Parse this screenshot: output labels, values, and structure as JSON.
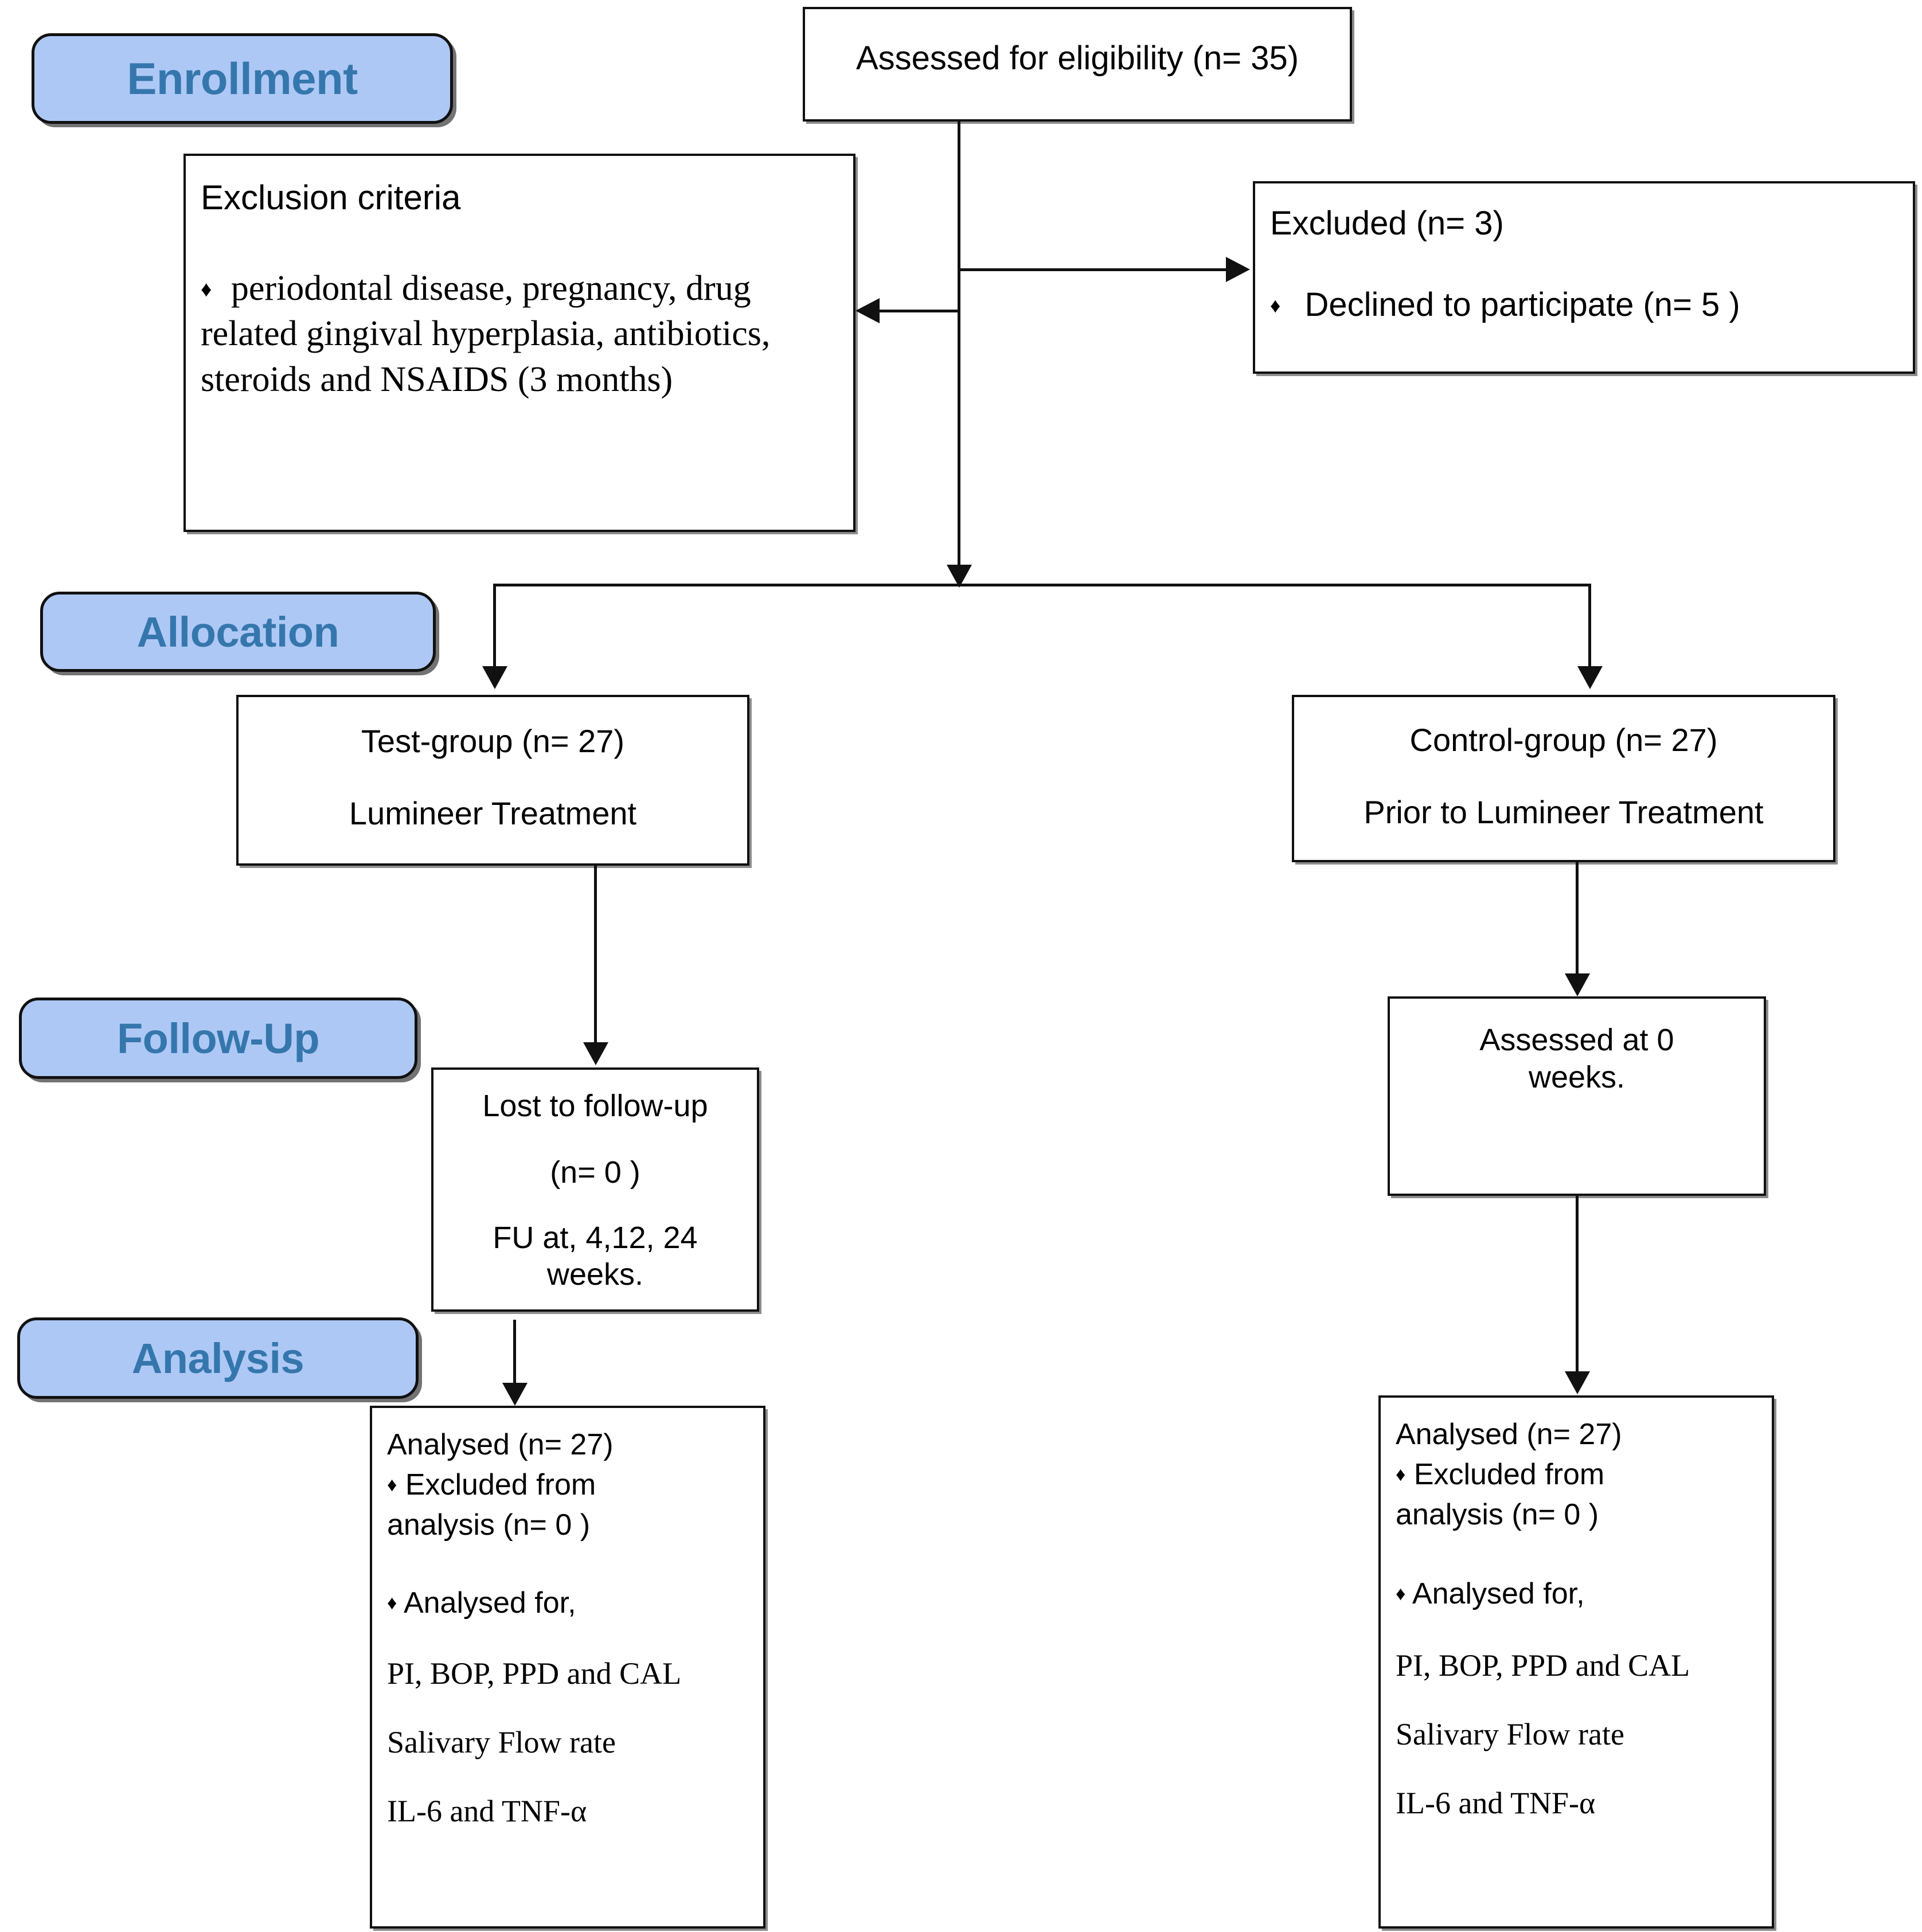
{
  "diagram": {
    "type": "CONSORT participant flow diagram"
  },
  "stages": [
    {
      "id": "enrollment",
      "label": "Enrollment"
    },
    {
      "id": "allocation",
      "label": "Allocation"
    },
    {
      "id": "followup",
      "label": "Follow-Up"
    },
    {
      "id": "analysis",
      "label": "Analysis"
    }
  ],
  "boxes": {
    "assessed": {
      "line1": "Assessed for eligibility (n= 35)"
    },
    "exclusion_criteria": {
      "heading": "Exclusion criteria",
      "bullet": "♦",
      "item": "periodontal disease, pregnancy, drug related gingival hyperplasia, antibiotics, steroids and NSAIDS (3 months)"
    },
    "excluded": {
      "line1": "Excluded (n= 3)",
      "bullet": "♦",
      "item": "Declined to participate (n= 5 )"
    },
    "test_group": {
      "line1": "Test-group (n= 27)",
      "line2": "Lumineer Treatment"
    },
    "control_group": {
      "line1": "Control-group (n= 27)",
      "line2": "Prior to Lumineer Treatment"
    },
    "lost_followup": {
      "line1": "Lost to follow-up",
      "line2": "(n= 0 )",
      "line3": "FU at, 4,12, 24",
      "line4": "weeks."
    },
    "assessed_0weeks": {
      "line1": "Assessed at 0",
      "line2": "weeks."
    },
    "analysed_left": {
      "line1": "Analysed (n= 27)",
      "bullet1": "♦",
      "line2": " Excluded from",
      "line3": "analysis (n= 0 )",
      "bullet2": "♦",
      "line4": "Analysed for,",
      "line5": "PI, BOP, PPD and CAL",
      "line6": "Salivary Flow rate",
      "line7": "IL-6 and TNF-α"
    },
    "analysed_right": {
      "line1": "Analysed (n= 27)",
      "bullet1": "♦",
      "line2": " Excluded from",
      "line3": "analysis (n= 0 )",
      "bullet2": "♦",
      "line4": "Analysed for,",
      "line5": "PI, BOP, PPD and CAL",
      "line6": "Salivary Flow rate",
      "line7": "IL-6 and TNF-α"
    }
  },
  "colors": {
    "badge_fill": "#aec8f5",
    "badge_text": "#3577ad",
    "stroke": "#111111",
    "background": "#ffffff"
  }
}
